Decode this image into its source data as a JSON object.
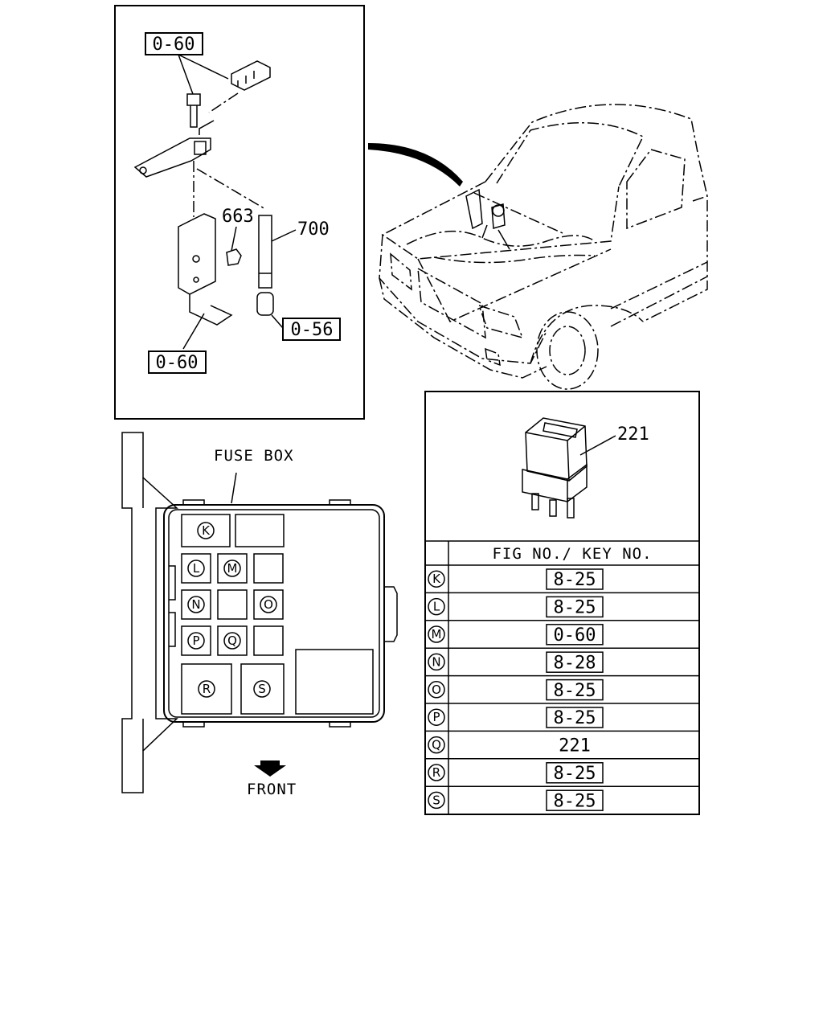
{
  "detail_panel": {
    "callouts": {
      "top_ref": "0-60",
      "part_663": "663",
      "part_700": "700",
      "ref_056": "0-56",
      "bottom_ref": "0-60"
    }
  },
  "relay": {
    "part_number": "221"
  },
  "fuse_box": {
    "title": "FUSE BOX",
    "front_label": "FRONT",
    "slot_keys": [
      "K",
      "L",
      "M",
      "N",
      "O",
      "P",
      "Q",
      "R",
      "S"
    ]
  },
  "ref_table": {
    "header": "FIG NO./ KEY NO.",
    "rows": [
      {
        "key": "K",
        "ref": "8-25",
        "boxed": true
      },
      {
        "key": "L",
        "ref": "8-25",
        "boxed": true
      },
      {
        "key": "M",
        "ref": "0-60",
        "boxed": true
      },
      {
        "key": "N",
        "ref": "8-28",
        "boxed": true
      },
      {
        "key": "O",
        "ref": "8-25",
        "boxed": true
      },
      {
        "key": "P",
        "ref": "8-25",
        "boxed": true
      },
      {
        "key": "Q",
        "ref": "221",
        "boxed": false
      },
      {
        "key": "R",
        "ref": "8-25",
        "boxed": true
      },
      {
        "key": "S",
        "ref": "8-25",
        "boxed": true
      }
    ]
  }
}
